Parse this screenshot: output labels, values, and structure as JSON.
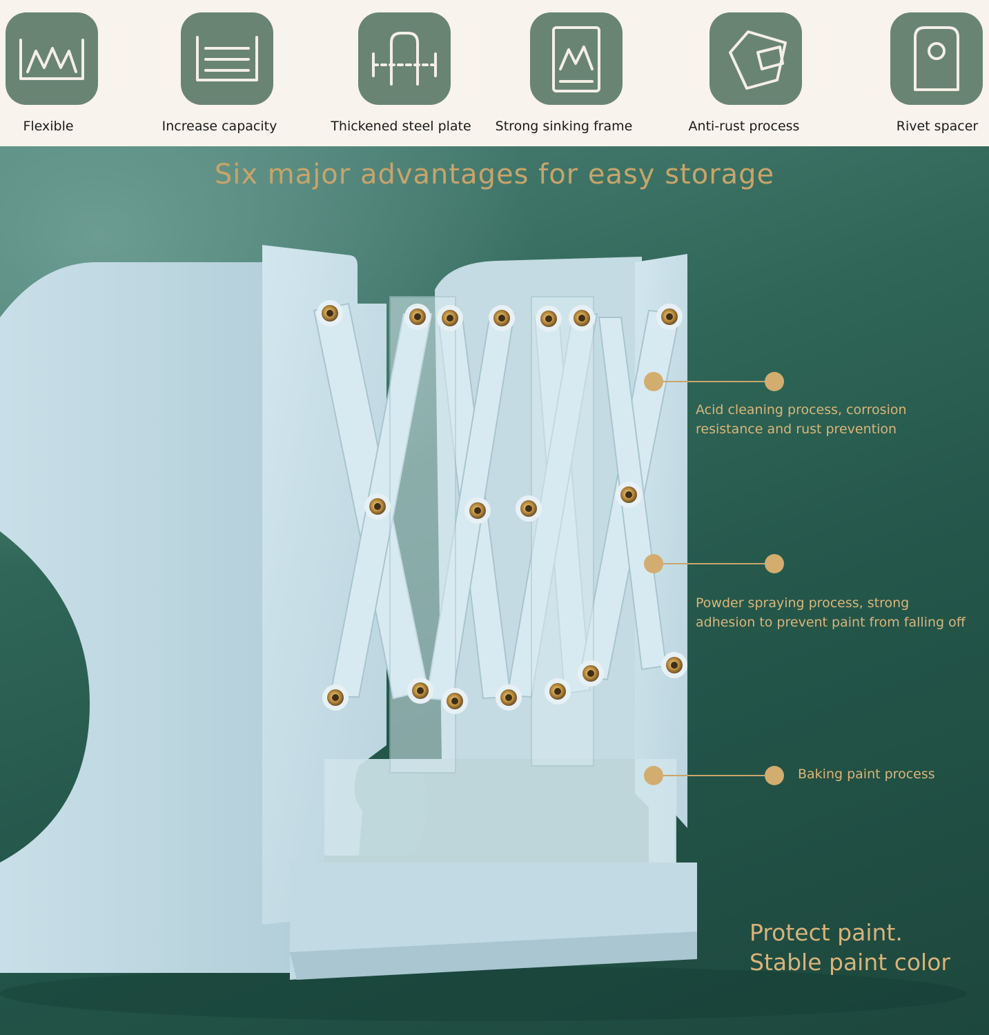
{
  "features": [
    {
      "label": "Flexible",
      "icon": "flexible-icon"
    },
    {
      "label": "Increase capacity",
      "icon": "increase-capacity-icon"
    },
    {
      "label": "Thickened steel plate",
      "icon": "steel-plate-icon"
    },
    {
      "label": "Strong sinking frame",
      "icon": "sinking-frame-icon"
    },
    {
      "label": "Anti-rust process",
      "icon": "anti-rust-icon"
    },
    {
      "label": "Rivet spacer",
      "icon": "rivet-spacer-icon"
    }
  ],
  "hero": {
    "title": "Six major advantages for easy storage",
    "callouts": [
      {
        "line1": "Acid cleaning process, corrosion",
        "line2": "resistance and rust prevention"
      },
      {
        "line1": "Powder spraying process, strong",
        "line2": "adhesion to prevent paint from falling off"
      },
      {
        "line1": "Baking paint process",
        "line2": ""
      }
    ],
    "tagline": {
      "line1": "Protect paint.",
      "line2": "Stable paint color"
    }
  },
  "colors": {
    "tile": "#6a8474",
    "strip_bg": "#f8f3ec",
    "accent_gold": "#c8a46a",
    "product": "#c7dde6"
  }
}
